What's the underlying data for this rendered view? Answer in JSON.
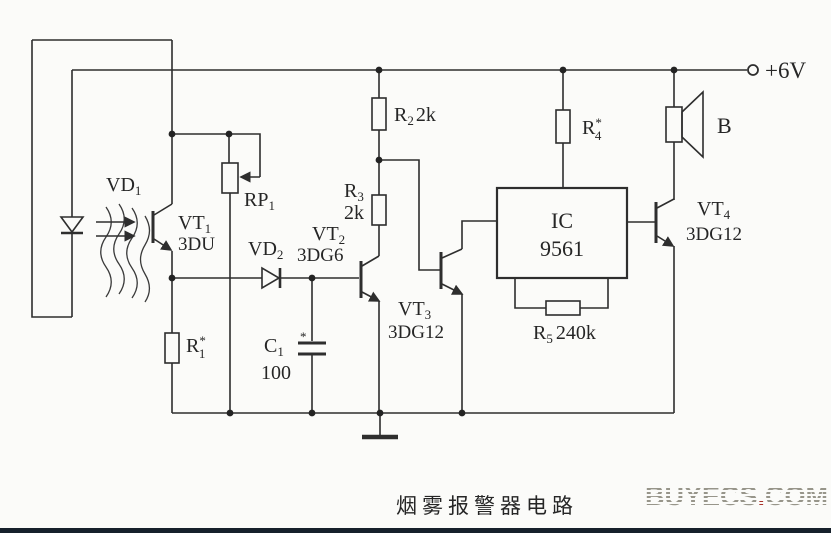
{
  "caption": "烟雾报警器电路",
  "power": {
    "label": "+6V"
  },
  "watermark": {
    "pre": "BUYECS",
    "dot": ".",
    "post": "COM"
  },
  "colors": {
    "wire": "#2e2e2e",
    "watermark_gray": "#97958a",
    "watermark_dot_red": "#a8322a",
    "bottom_edge": "#16202b"
  },
  "components": {
    "vd1": {
      "ref": "VD",
      "sub": "1"
    },
    "vt1": {
      "ref": "VT",
      "sub": "1",
      "model": "3DU"
    },
    "rp1": {
      "ref": "RP",
      "sub": "1"
    },
    "r1": {
      "ref": "R",
      "sub": "1",
      "mark": "*"
    },
    "r2": {
      "ref": "R",
      "sub": "2",
      "value": "2k"
    },
    "r3": {
      "ref": "R",
      "sub": "3",
      "value": "2k"
    },
    "r4": {
      "ref": "R",
      "sub": "4",
      "mark": "*"
    },
    "r5": {
      "ref": "R",
      "sub": "5",
      "value": "240k"
    },
    "vd2": {
      "ref": "VD",
      "sub": "2"
    },
    "c1": {
      "ref": "C",
      "sub": "1",
      "value": "100",
      "polarity_mark": "*"
    },
    "vt2": {
      "ref": "VT",
      "sub": "2",
      "model": "3DG6"
    },
    "vt3": {
      "ref": "VT",
      "sub": "3",
      "model": "3DG12"
    },
    "vt4": {
      "ref": "VT",
      "sub": "4",
      "model": "3DG12"
    },
    "ic": {
      "ref": "IC",
      "model": "9561"
    },
    "speaker": {
      "ref": "B"
    }
  }
}
